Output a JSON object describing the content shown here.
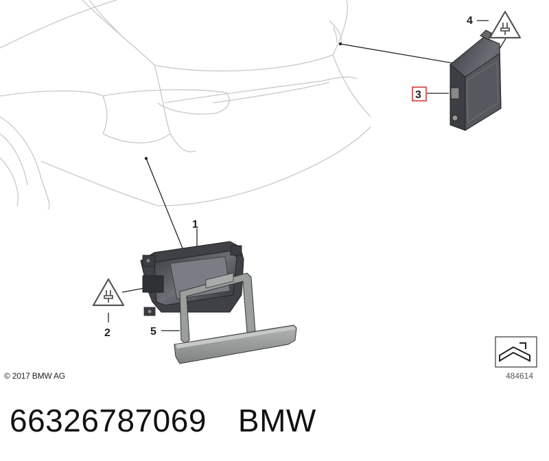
{
  "callouts": {
    "one": "1",
    "two": "2",
    "three": "3",
    "four": "4",
    "five": "5"
  },
  "copyright": "© 2017 BMW AG",
  "reference_number": "484614",
  "caption": {
    "part_number": "66326787069",
    "brand": "BMW"
  },
  "icons": [
    "electrical-warning-icon",
    "flip-view-arrow-icon"
  ],
  "colors": {
    "outline": "#c8c8c8",
    "module_dark": "#4a4c52",
    "bracket": "#8e9290",
    "highlight_box": "#d33a3a"
  }
}
